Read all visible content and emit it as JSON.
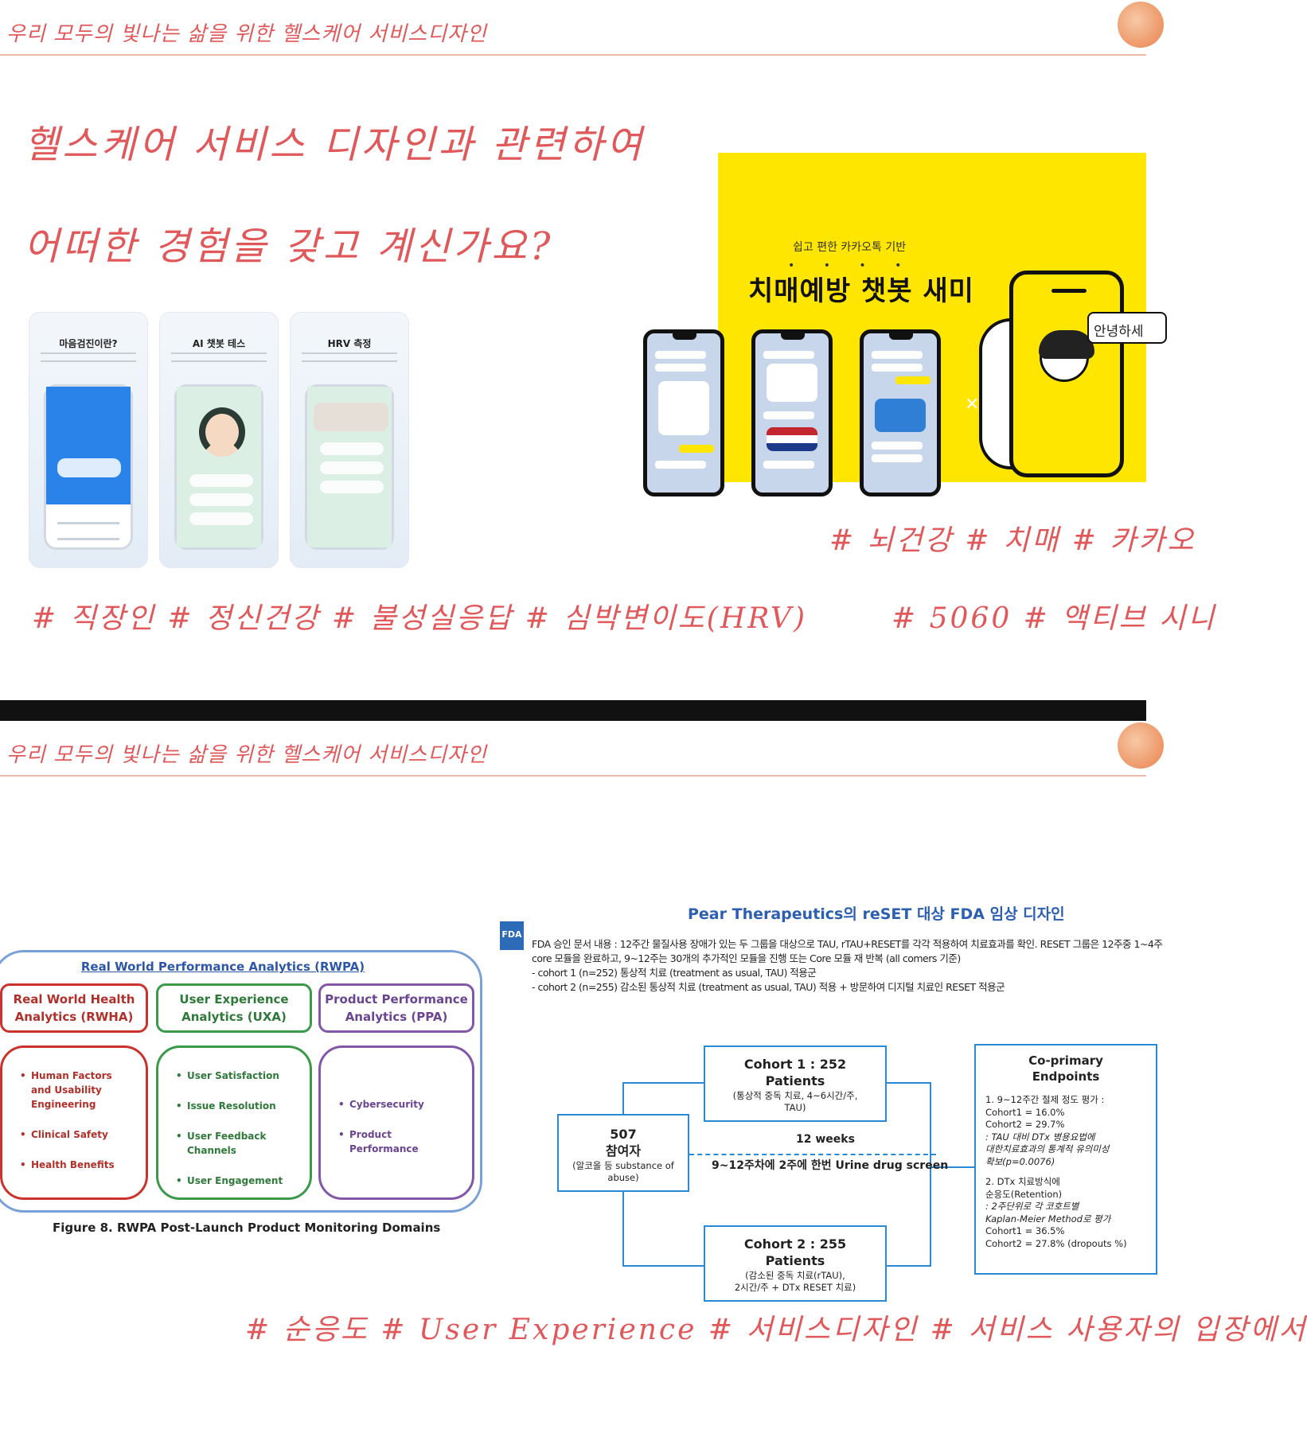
{
  "slide1": {
    "header": "우리 모두의 빛나는 삶을 위한 헬스케어 서비스디자인",
    "question_line1": "헬스케어 서비스 디자인과 관련하여",
    "question_line2": "어떠한 경험을 갖고 계신가요?",
    "app_cards": [
      {
        "title": "마음검진이란?"
      },
      {
        "title": "AI 챗봇 테스"
      },
      {
        "title": "HRV 측정"
      }
    ],
    "kakao_sub": "쉽고 편한 카카오톡 기반",
    "kakao_dots": "• • • •",
    "kakao_title": "치매예방 챗봇 새미",
    "speech": "안녕하세",
    "tags_left": "# 직장인 # 정신건강 # 불성실응답 # 심박변이도(HRV)",
    "tags_right1": "# 뇌건강 # 치매 # 카카오",
    "tags_right2": "# 5060 # 액티브 시니"
  },
  "slide2": {
    "header": "우리 모두의 빛나는 삶을 위한 헬스케어 서비스디자인",
    "rwpa": {
      "title": "Real World Performance Analytics (RWPA)",
      "columns": [
        {
          "header": "Real World Health Analytics (RWHA)",
          "items": [
            "Human Factors and Usability Engineering",
            "Clinical Safety",
            "Health Benefits"
          ]
        },
        {
          "header": "User Experience Analytics (UXA)",
          "items": [
            "User Satisfaction",
            "Issue Resolution",
            "User Feedback Channels",
            "User Engagement"
          ]
        },
        {
          "header": "Product Performance Analytics (PPA)",
          "items": [
            "Cybersecurity",
            "Product Performance"
          ]
        }
      ],
      "caption": "Figure 8. RWPA Post-Launch Product Monitoring Domains"
    },
    "pear": {
      "title": "Pear Therapeutics의 reSET 대상 FDA 임상 디자인",
      "fda_label": "FDA",
      "fda_lines": [
        "FDA 승인 문서 내용 : 12주간 물질사용 장애가 있는 두 그룹을 대상으로 TAU, rTAU+RESET를 각각 적용하여 치료효과를 확인. RESET 그룹은 12주중 1~4주",
        "core 모듈을 완료하고, 9~12주는 30개의 추가적인 모듈을 진행 또는 Core 모듈 재 반복 (all comers 기준)",
        "- cohort 1 (n=252) 통상적 치료 (treatment as usual, TAU) 적용군",
        "- cohort 2 (n=255) 감소된 통상적 치료 (treatment as usual, TAU) 적용 + 방문하여 디지털 치료인 RESET 적용군"
      ],
      "participants": {
        "count": "507",
        "label": "참여자",
        "desc": "(알코올 등 substance of abuse)"
      },
      "cohort1": {
        "title": "Cohort 1 : 252",
        "sub": "Patients",
        "desc1": "(통상적 중독 치료, 4~6시간/주,",
        "desc2": "TAU)"
      },
      "cohort2": {
        "title": "Cohort 2 : 255",
        "sub": "Patients",
        "desc1": "(감소된 중독 치료(rTAU),",
        "desc2": "2시간/주 + DTx RESET 치료)"
      },
      "weeks": "12 weeks",
      "urine": "9~12주차에 2주에 한번 Urine drug screen",
      "endpoints": {
        "title1": "Co-primary",
        "title2": "Endpoints",
        "lines": [
          "1.  9~12주간 절제 정도 평가 :",
          "    Cohort1 = 16.0%",
          "    Cohort2 = 29.7%",
          "   : TAU 대비 DTx 병용요법에",
          "    대한치료효과의 통계적 유의미성",
          "    확보(p=0.0076)",
          "",
          "2.  DTx 치료방식에",
          "    순응도(Retention)",
          "     : 2주단위로 각 코호트별",
          "     Kaplan-Meier Method로 평가",
          "    Cohort1 = 36.5%",
          "    Cohort2 = 27.8% (dropouts %)"
        ]
      }
    },
    "tags_bottom": "# 순응도 # User Experience # 서비스디자인 # 서비스 사용자의 입장에서"
  }
}
